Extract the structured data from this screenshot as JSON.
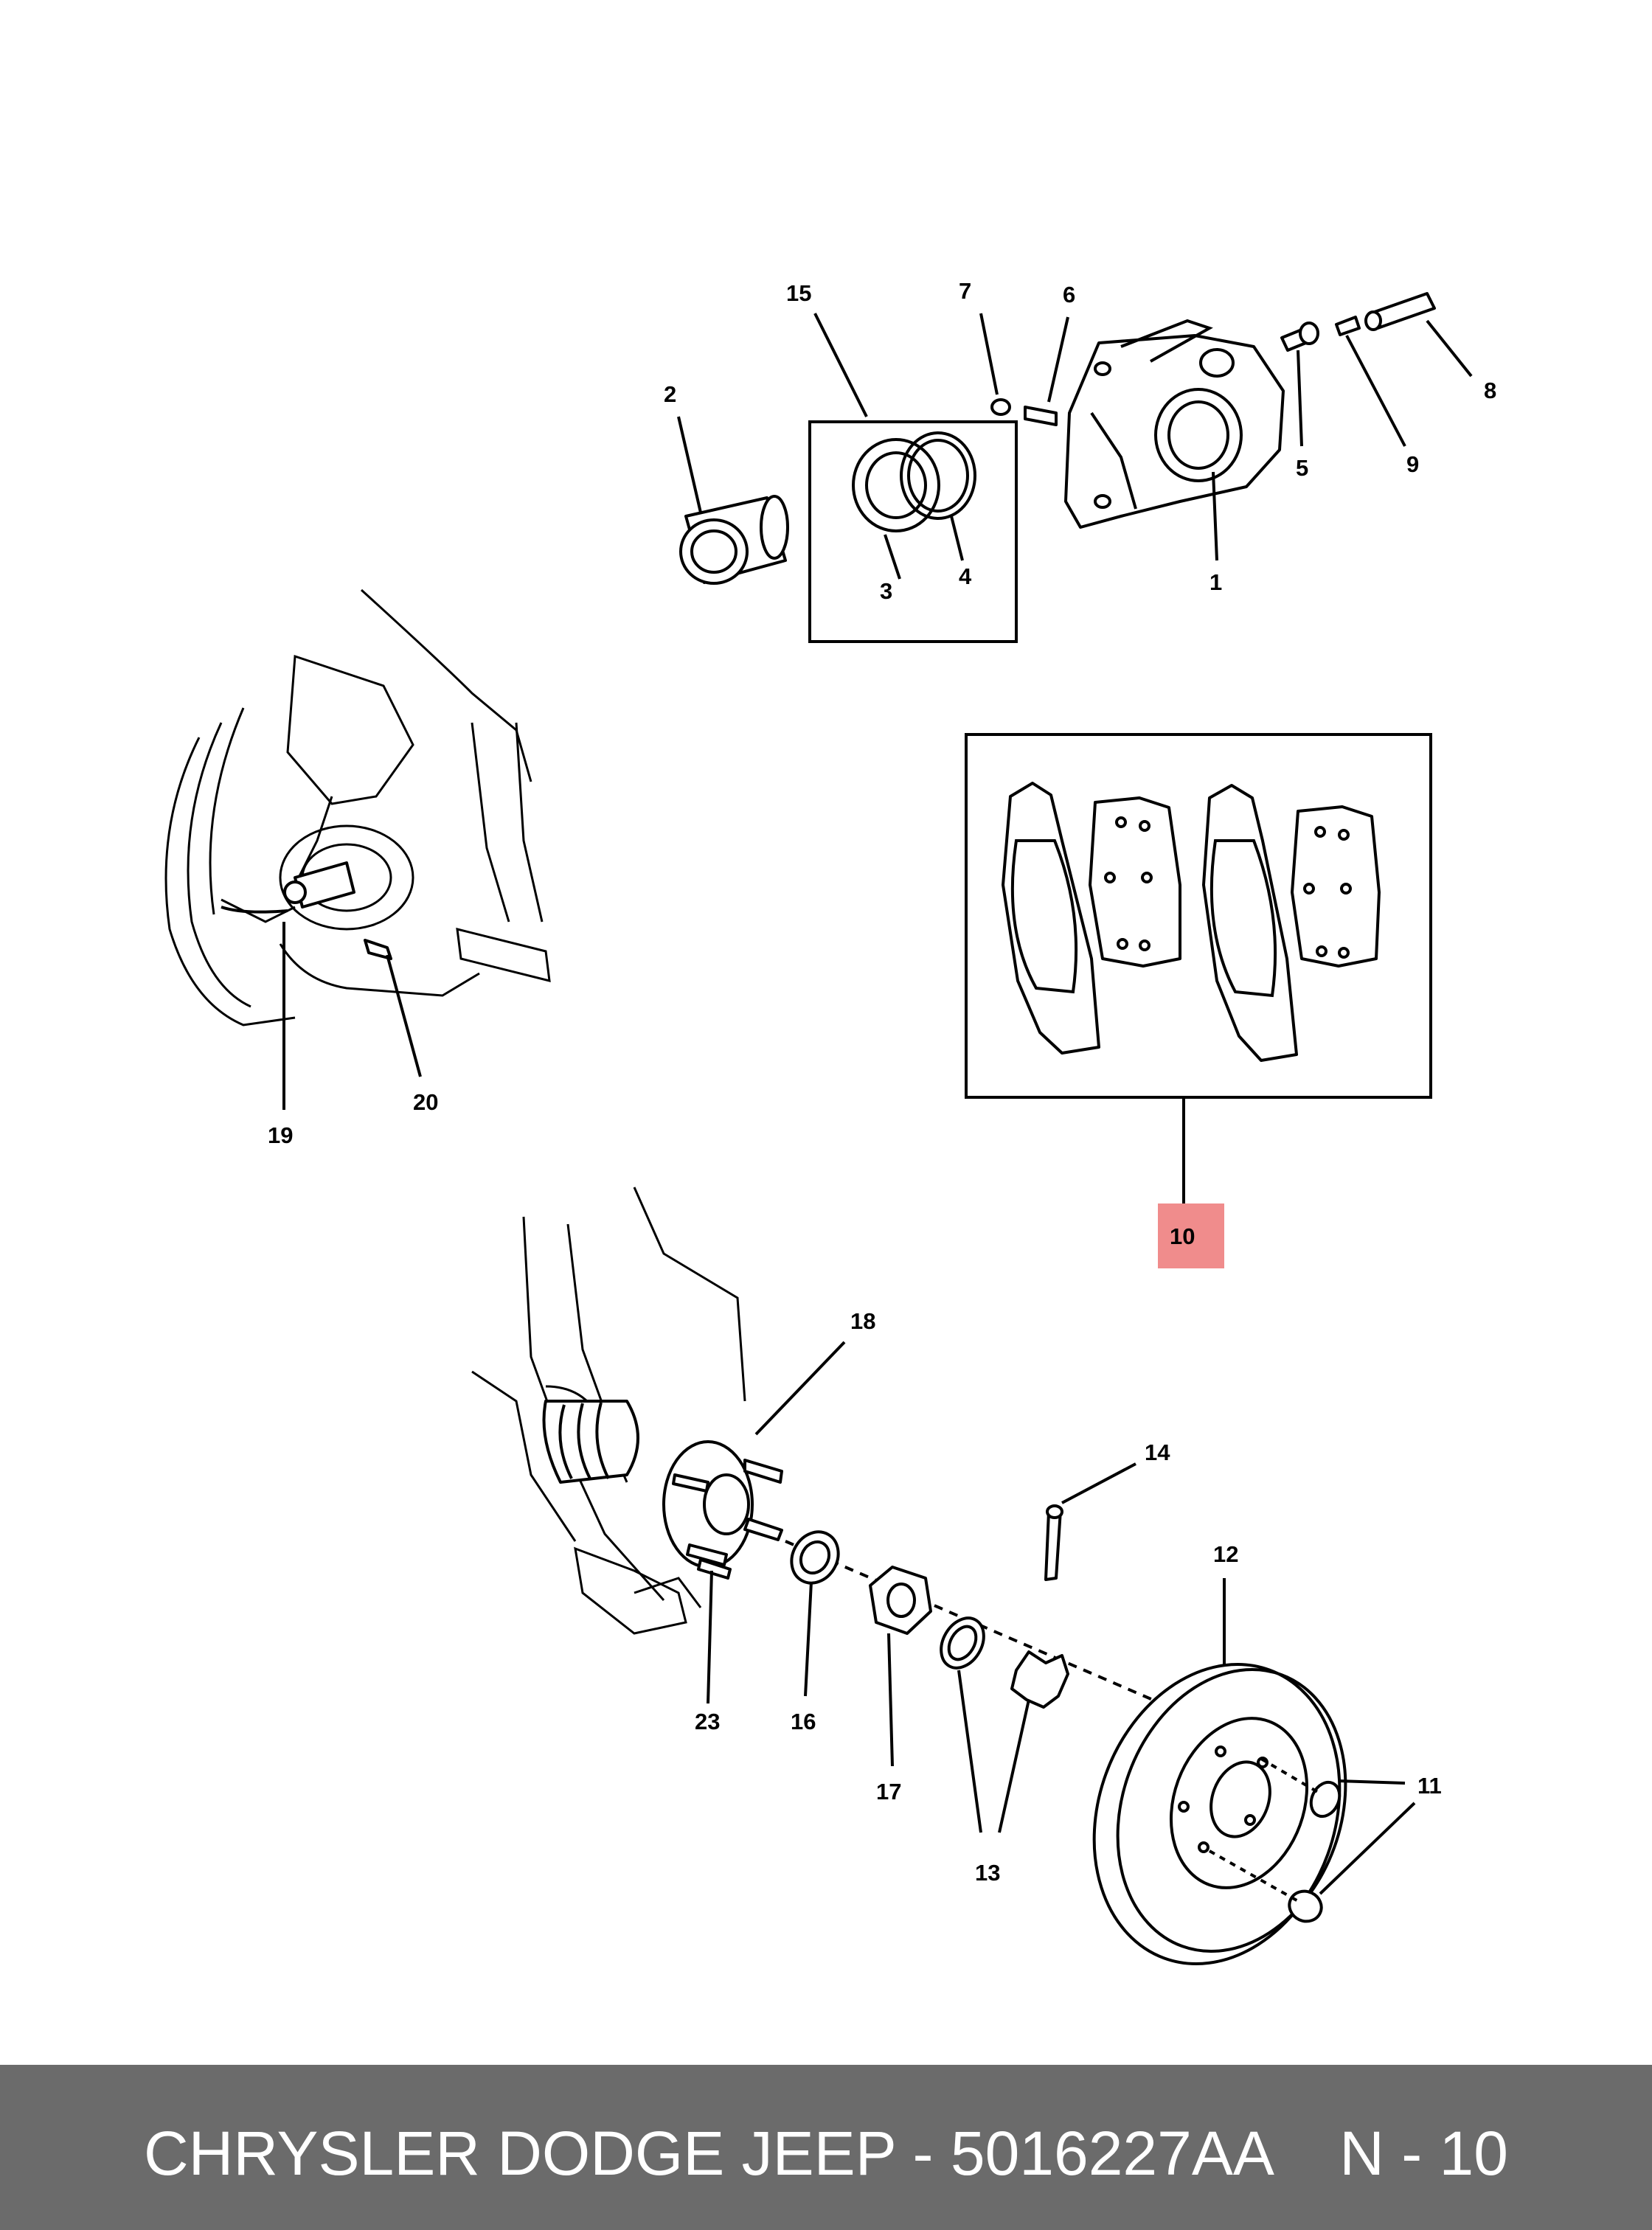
{
  "callouts": {
    "c1": "1",
    "c2": "2",
    "c3": "3",
    "c4": "4",
    "c5": "5",
    "c6": "6",
    "c7": "7",
    "c8": "8",
    "c9": "9",
    "c10": "10",
    "c11": "11",
    "c12": "12",
    "c13": "13",
    "c14": "14",
    "c15": "15",
    "c16": "16",
    "c17": "17",
    "c18": "18",
    "c19": "19",
    "c20": "20",
    "c23": "23"
  },
  "highlight_color": "#f08c8c",
  "footer": {
    "brand_part": "CHRYSLER DODGE JEEP - 5016227AA",
    "page_ref": "N - 10"
  }
}
